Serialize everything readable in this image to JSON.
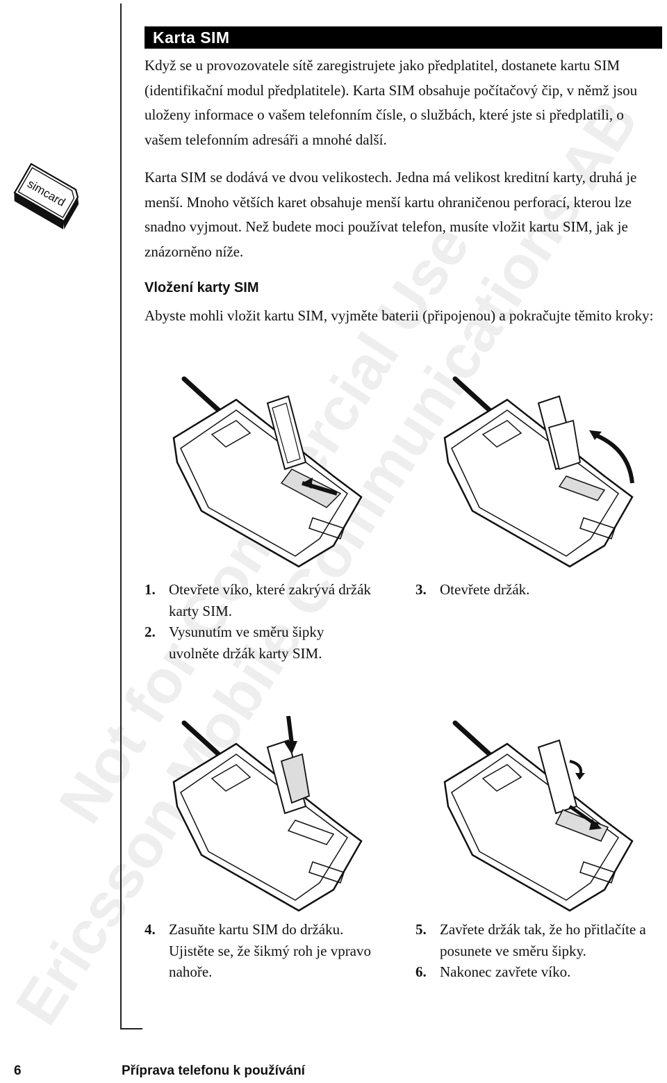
{
  "watermark": {
    "line1": "Not for Commercial Use",
    "line2": "Ericsson Mobile Communications AB"
  },
  "section_title": "Karta SIM",
  "intro_paragraph": "Když se u provozovatele sítě zaregistrujete jako předplatitel, dostanete kartu SIM (identifikační modul předplatitele). Karta SIM obsahuje počítačový čip, v němž jsou uloženy informace o vašem telefonním čísle, o službách, které jste si předplatili, o vašem telefonním adresáři a mnohé další.",
  "sizes_paragraph": "Karta SIM se dodává ve dvou velikostech. Jedna má velikost kreditní karty, druhá je menší. Mnoho větších karet obsahuje menší kartu ohraničenou perforací, kterou lze snadno vyjmout. Než budete moci používat telefon, musíte vložit kartu SIM, jak je znázorněno níže.",
  "sim_icon_label": "simcard",
  "subsection_title": "Vložení karty SIM",
  "subsection_paragraph": "Abyste mohli vložit kartu SIM, vyjměte baterii (připojenou) a pokračujte těmito kroky:",
  "steps": [
    {
      "num": "1.",
      "text": "Otevřete víko, které zakrývá držák karty SIM."
    },
    {
      "num": "2.",
      "text": "Vysunutím ve směru šipky uvolněte držák karty SIM."
    },
    {
      "num": "3.",
      "text": "Otevřete držák."
    },
    {
      "num": "4.",
      "text": "Zasuňte kartu SIM do držáku. Ujistěte se, že šikmý roh je vpravo nahoře."
    },
    {
      "num": "5.",
      "text": "Zavřete držák tak, že ho přitlačíte a posunete ve směru šipky."
    },
    {
      "num": "6.",
      "text": "Nakonec zavřete víko."
    }
  ],
  "footer": {
    "page_number": "6",
    "chapter_title": "Příprava telefonu k používání"
  }
}
